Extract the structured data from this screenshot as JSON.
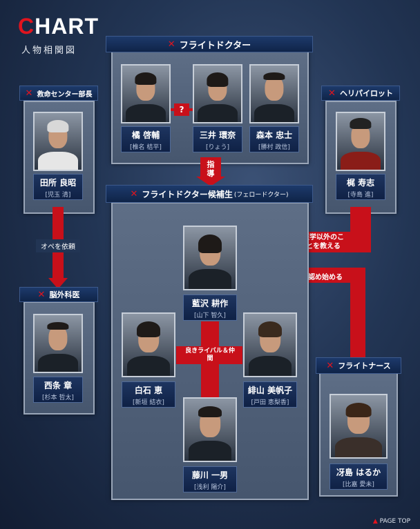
{
  "header": {
    "logo_first": "C",
    "logo_rest": "HART",
    "subtitle": "人物相関図"
  },
  "sections": {
    "flight_doctor": "フライトドクター",
    "er_director": "救命センター部長",
    "heli_pilot": "ヘリパイロット",
    "fellow": "フライトドクター候補生",
    "fellow_sub": "(フェロードクター)",
    "neuro": "脳外科医",
    "flight_nurse": "フライトナース"
  },
  "relations": {
    "question": "?",
    "instruct": "指導",
    "surgery_request": "オペを依頼",
    "teach_non_medical": "医学以外のことを教える",
    "begin_accept": "認め始める",
    "rival": "良きライバル＆仲間"
  },
  "people": {
    "tachibana": {
      "name": "橘 啓輔",
      "actor": "[椎名 桔平]"
    },
    "mitsui": {
      "name": "三井 環奈",
      "actor": "[りょう]"
    },
    "morimoto": {
      "name": "森本 忠士",
      "actor": "[勝村 政信]"
    },
    "tadokoro": {
      "name": "田所 良昭",
      "actor": "[児玉 清]"
    },
    "kaji": {
      "name": "梶 寿志",
      "actor": "[寺島 進]"
    },
    "aizawa": {
      "name": "藍沢 耕作",
      "actor": "[山下 智久]"
    },
    "shiraishi": {
      "name": "白石 恵",
      "actor": "[新垣 結衣]"
    },
    "hiyama": {
      "name": "緋山 美帆子",
      "actor": "[戸田 恵梨香]"
    },
    "fujikawa": {
      "name": "藤川 一男",
      "actor": "[浅利 陽介]"
    },
    "saijo": {
      "name": "西条 章",
      "actor": "[杉本 哲太]"
    },
    "saejima": {
      "name": "冴島 はるか",
      "actor": "[比嘉 愛未]"
    }
  },
  "footer": {
    "page_top": "PAGE TOP"
  },
  "colors": {
    "accent_red": "#c8101a",
    "label_navy": "#0f2448"
  }
}
